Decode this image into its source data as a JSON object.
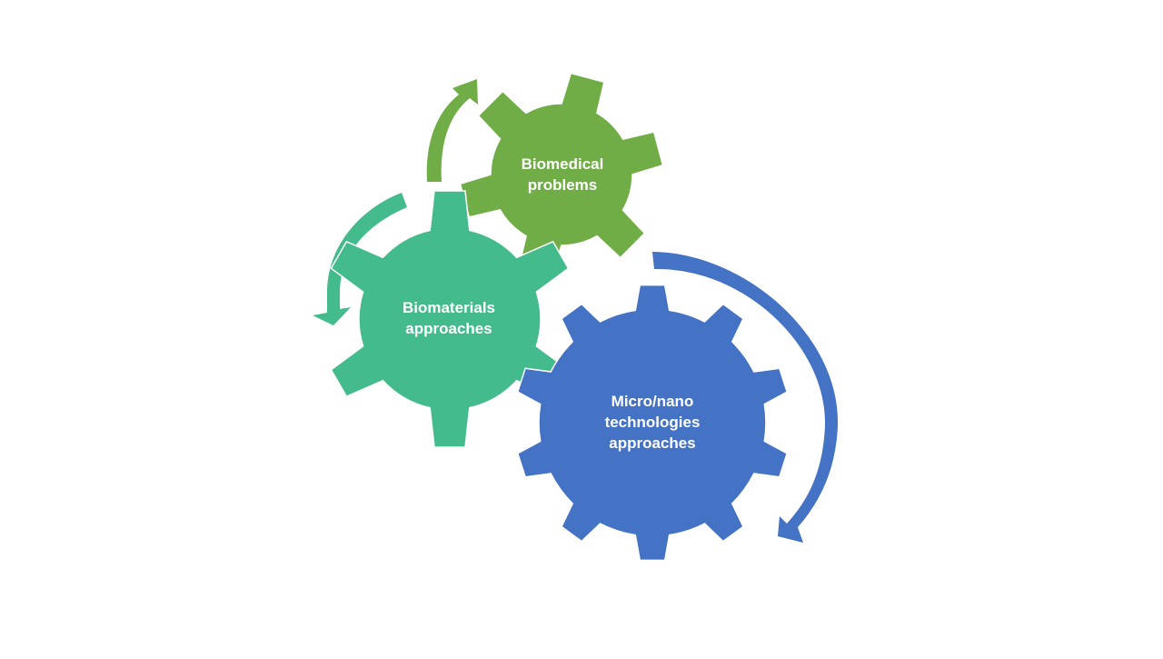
{
  "gears": [
    {
      "id": "biomedical",
      "lines": [
        "Biomedical",
        "problems"
      ],
      "color": "#70AD47"
    },
    {
      "id": "biomaterials",
      "lines": [
        "Biomaterials",
        "approaches"
      ],
      "color": "#44BB8C"
    },
    {
      "id": "micronano",
      "lines": [
        "Micro/nano",
        "technologies",
        "approaches"
      ],
      "color": "#4472C4"
    }
  ],
  "arrows": [
    {
      "id": "biomedical-arrow",
      "color": "#70AD47"
    },
    {
      "id": "biomaterials-arrow",
      "color": "#44BB8C"
    },
    {
      "id": "micronano-arrow",
      "color": "#4472C4"
    }
  ]
}
